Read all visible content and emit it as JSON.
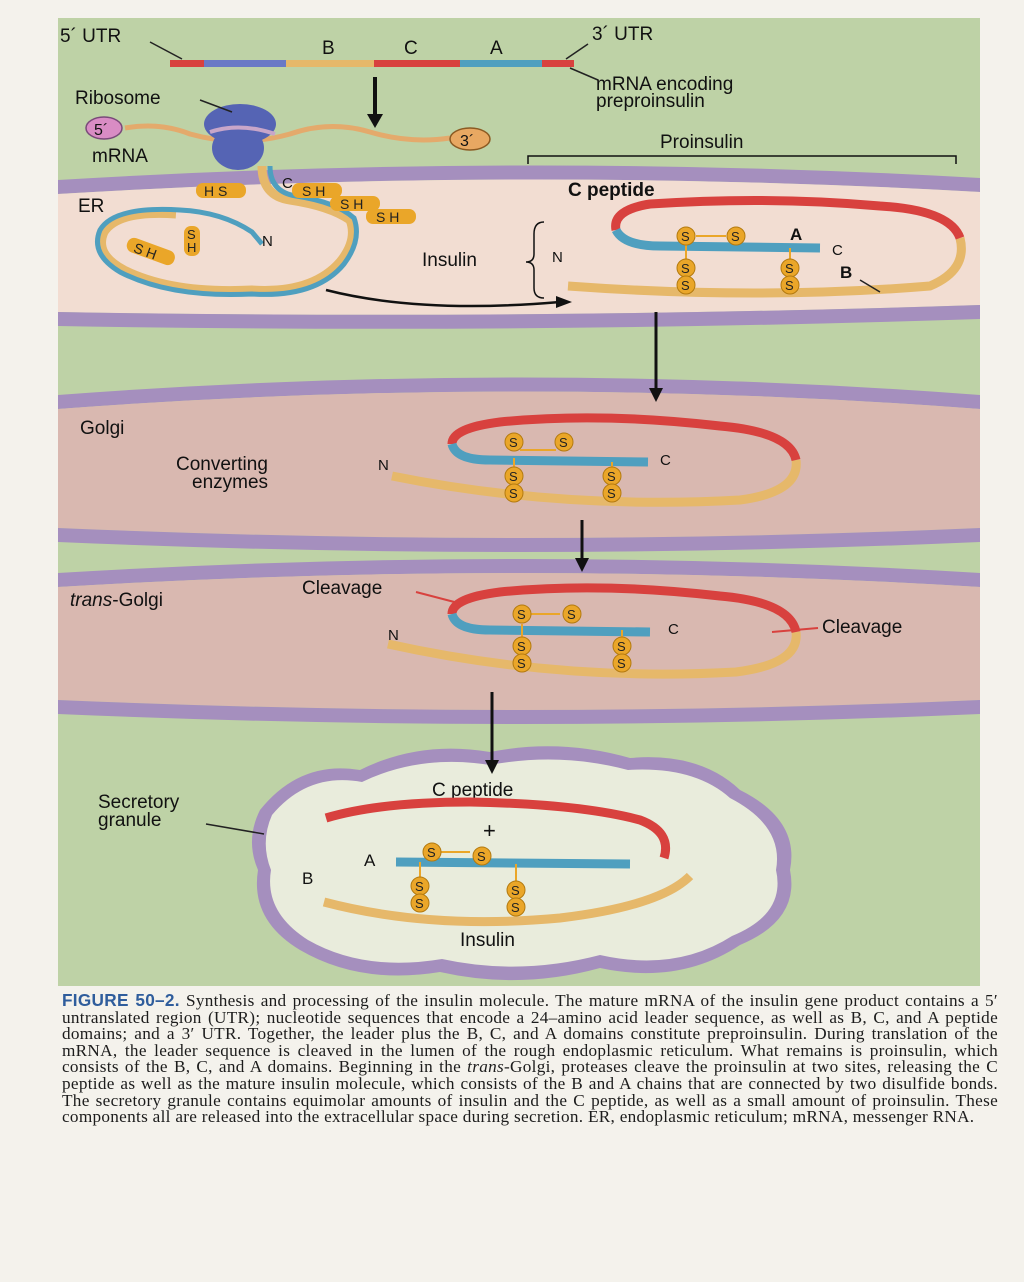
{
  "mrna_bar": {
    "utr5": "5´ UTR",
    "utr3": "3´ UTR",
    "domain_b": "B",
    "domain_c": "C",
    "domain_a": "A",
    "mrna_label_line1": "mRNA encoding",
    "mrna_label_line2": "preproinsulin"
  },
  "ribosome": {
    "ribosome_label": "Ribosome",
    "mrna_label": "mRNA",
    "end5": "5´",
    "end3": "3´"
  },
  "er_panel": {
    "label": "ER",
    "proinsulin": "Proinsulin",
    "c_peptide": "C peptide",
    "insulin": "Insulin",
    "sh_groups": [
      "H S",
      "S H",
      "S H",
      "S H",
      "S H"
    ],
    "sh_vertical": [
      "S",
      "H"
    ],
    "chain_c": "C",
    "chain_n": "N",
    "chain_a": "A",
    "chain_b": "B",
    "sulfur": "S"
  },
  "golgi_panel": {
    "label": "Golgi",
    "enzymes_line1": "Converting",
    "enzymes_line2": "enzymes",
    "n": "N",
    "c": "C"
  },
  "trans_golgi_panel": {
    "label_italic": "trans",
    "label_rest": "-Golgi",
    "cleavage_left": "Cleavage",
    "cleavage_right": "Cleavage",
    "n": "N",
    "c": "C"
  },
  "granule_panel": {
    "label_line1": "Secretory",
    "label_line2": "granule",
    "c_peptide": "C peptide",
    "plus": "+",
    "a": "A",
    "b": "B",
    "insulin": "Insulin"
  },
  "caption": {
    "figure_label": "FIGURE 50–2.",
    "text_1": " Synthesis and processing of the insulin molecule. The mature mRNA of the insulin gene product contains a 5′ untranslated region (UTR); nucleotide sequences that encode a 24–amino acid leader sequence, as well as B, C, and A peptide domains; and a 3′ UTR. Together, the leader plus the B, C, and A domains constitute preproinsulin. During translation of the mRNA, the leader sequence is cleaved in the lumen of the rough endoplasmic reticulum. What remains is proinsulin, which consists of the B, C, and A domains. Beginning in the ",
    "italic": "trans",
    "text_2": "-Golgi, proteases cleave the proinsulin at two sites, releasing the C peptide as well as the mature insulin molecule, which consists of the B and A chains that are connected by two disulfide bonds. The secretory granule contains equimolar amounts of insulin and the C peptide, as well as a small amount of proinsulin. These components all are released into the extracellular space during secretion. ER, endoplasmic reticulum; mRNA, messenger RNA."
  },
  "colors": {
    "background_green": "#bed2a6",
    "er_fill": "#f2ddd2",
    "golgi_fill": "#d9b8b0",
    "membrane": "#a58fbe",
    "chain_red": "#d8413e",
    "chain_blue": "#4f9fbf",
    "chain_tan": "#e6b86a",
    "disulfide": "#eaa629",
    "ribosome": "#5564b4"
  }
}
